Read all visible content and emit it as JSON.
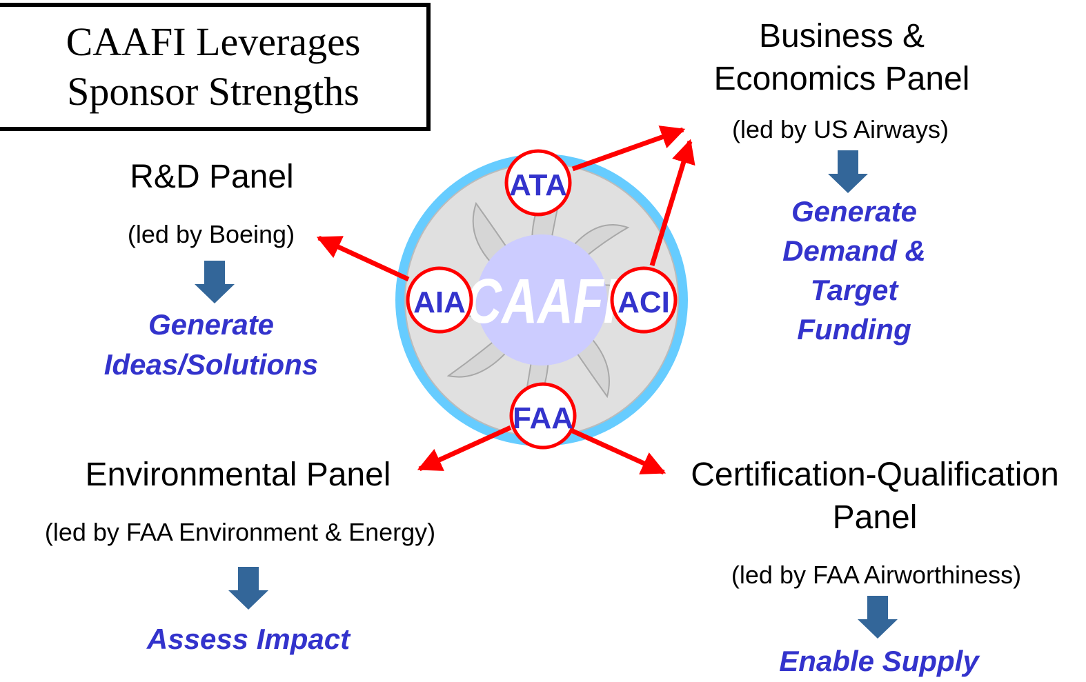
{
  "title": {
    "line1": "CAAFI Leverages",
    "line2": "Sponsor Strengths"
  },
  "center": {
    "label": "CAAFI"
  },
  "sponsors": {
    "top": "ATA",
    "left": "AIA",
    "right": "ACI",
    "bottom": "FAA"
  },
  "panels": {
    "rnd": {
      "name": "R&D Panel",
      "lead": "(led by Boeing)",
      "goal_line1": "Generate",
      "goal_line2": "Ideas/Solutions"
    },
    "business": {
      "name_line1": "Business &",
      "name_line2": "Economics Panel",
      "lead": "(led by US Airways)",
      "goal_line1": "Generate",
      "goal_line2": "Demand &",
      "goal_line3": "Target",
      "goal_line4": "Funding"
    },
    "environmental": {
      "name": "Environmental Panel",
      "lead": "(led by FAA Environment & Energy)",
      "goal": "Assess Impact"
    },
    "certification": {
      "name_line1": "Certification-Qualification",
      "name_line2": "Panel",
      "lead": "(led by FAA Airworthiness)",
      "goal": "Enable Supply"
    }
  },
  "colors": {
    "goal_text": "#3333cc",
    "arrow": "#ff0000",
    "down_arrow": "#336699",
    "ring": "#66ccff",
    "hub": "#ccccff"
  }
}
